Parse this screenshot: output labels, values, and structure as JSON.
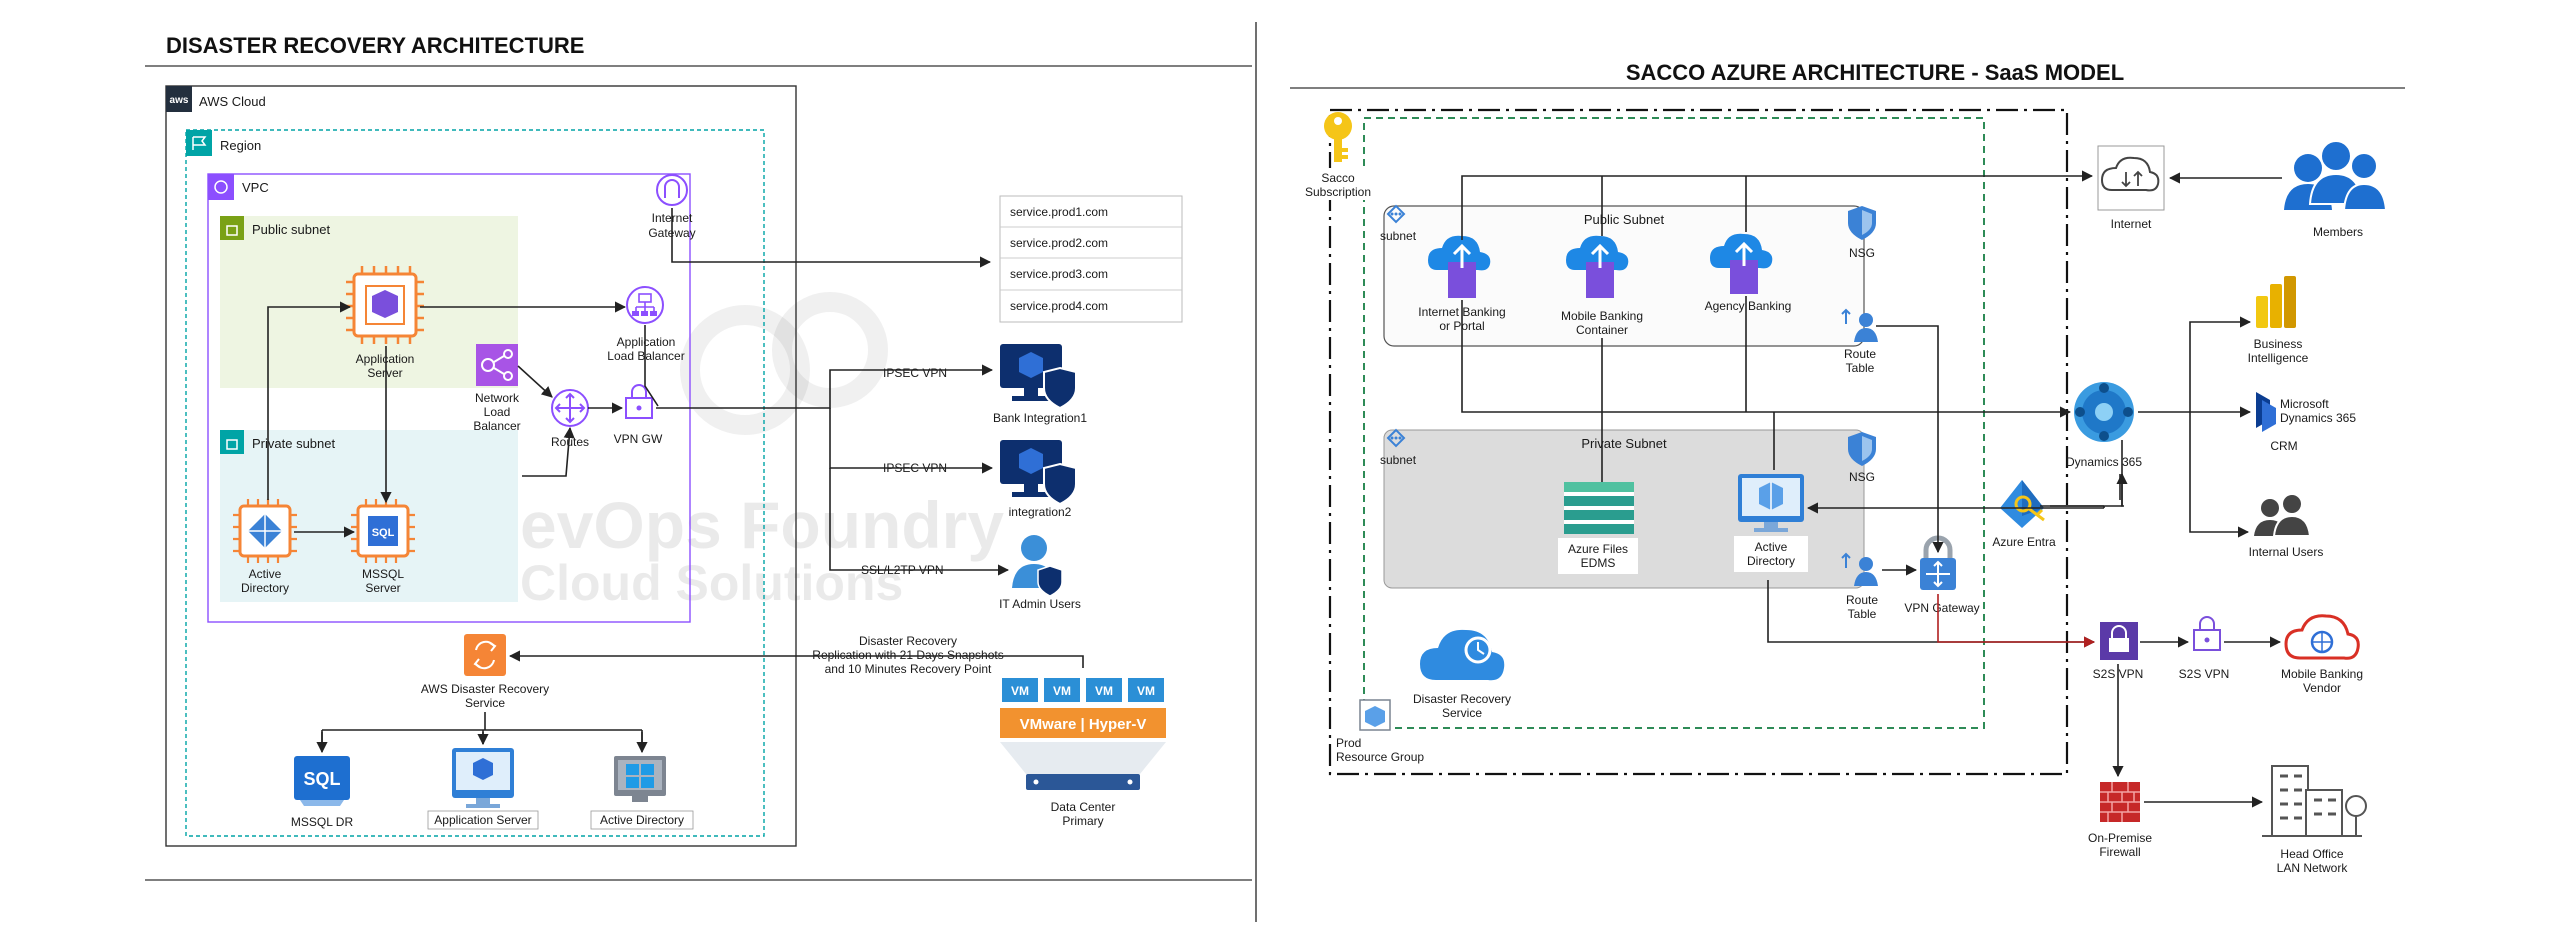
{
  "left": {
    "title": "DISASTER RECOVERY ARCHITECTURE",
    "aws_cloud": "AWS Cloud",
    "aws_logo": "aws",
    "region": "Region",
    "vpc": "VPC",
    "public_subnet": "Public subnet",
    "private_subnet": "Private subnet",
    "internet_gateway": [
      "Internet",
      "Gateway"
    ],
    "application_server": [
      "Application",
      "Server"
    ],
    "application_lb": [
      "Application",
      "Load Balancer"
    ],
    "network_lb": [
      "Network",
      "Load",
      "Balancer"
    ],
    "routes": "Routes",
    "vpn_gw": "VPN GW",
    "active_directory": [
      "Active",
      "Directory"
    ],
    "mssql_server": [
      "MSSQL",
      "Server"
    ],
    "services": [
      "service.prod1.com",
      "service.prod2.com",
      "service.prod3.com",
      "service.prod4.com"
    ],
    "ipsec_vpn_1": "IPSEC VPN",
    "ipsec_vpn_2": "IPSEC VPN",
    "ssl_vpn": "SSL/L2TP VPN",
    "bank_integration1": "Bank Integration1",
    "integration2": "integration2",
    "it_admin": "IT Admin Users",
    "aws_drs": [
      "AWS Disaster Recovery",
      "Service"
    ],
    "dr_note": [
      "Disaster Recovery",
      "Replication with 21 Days Snapshots",
      "and 10 Minutes Recovery Point"
    ],
    "vm_label": "VM",
    "hypervisor": "VMware | Hyper-V",
    "data_center": [
      "Data Center",
      "Primary"
    ],
    "mssql_dr": "MSSQL DR",
    "dr_app_server": "Application Server",
    "dr_active_directory": "Active Directory",
    "sql_badge": "SQL",
    "watermark": [
      "evOps Foundry",
      "Cloud Solutions"
    ]
  },
  "right": {
    "title": "SACCO AZURE ARCHITECTURE - SaaS MODEL",
    "sacco_subscription": [
      "Sacco",
      "Subscription"
    ],
    "public_subnet": "Public Subnet",
    "subnet_1": "subnet",
    "nsg_1": "NSG",
    "internet_banking": [
      "Internet Banking",
      "or Portal"
    ],
    "mobile_banking_container": [
      "Mobile Banking",
      "Container"
    ],
    "agency_banking": "Agency Banking",
    "route_table_1": [
      "Route",
      "Table"
    ],
    "private_subnet": "Private Subnet",
    "subnet_2": "subnet",
    "nsg_2": "NSG",
    "azure_files": [
      "Azure Files",
      "EDMS"
    ],
    "active_directory": [
      "Active",
      "Directory"
    ],
    "route_table_2": [
      "Route",
      "Table"
    ],
    "vpn_gateway": "VPN Gateway",
    "dr_service": [
      "Disaster Recovery",
      "Service"
    ],
    "prod_rg": [
      "Prod",
      "Resource Group"
    ],
    "internet": "Internet",
    "members": "Members",
    "dynamics365": "Dynamics 365",
    "azure_entra": "Azure Entra",
    "business_intelligence": [
      "Business",
      "Intelligence"
    ],
    "ms_dynamics": [
      "Microsoft",
      "Dynamics 365"
    ],
    "crm": "CRM",
    "internal_users": "Internal Users",
    "s2s_vpn_1": "S2S VPN",
    "s2s_vpn_2": "S2S VPN",
    "mobile_banking_vendor": [
      "Mobile Banking",
      "Vendor"
    ],
    "on_prem_firewall": [
      "On-Premise",
      "Firewall"
    ],
    "head_office": [
      "Head Office",
      "LAN Network"
    ]
  },
  "colors": {
    "aws_orange": "#f58536",
    "aws_purple": "#8c4fff",
    "azure_blue": "#0078d4",
    "navy": "#0d2f6e",
    "teal": "#00a4a6",
    "public_green": "#eef5e2",
    "private_teal": "#e6f4f6",
    "azure_green": "#2e8b57"
  }
}
